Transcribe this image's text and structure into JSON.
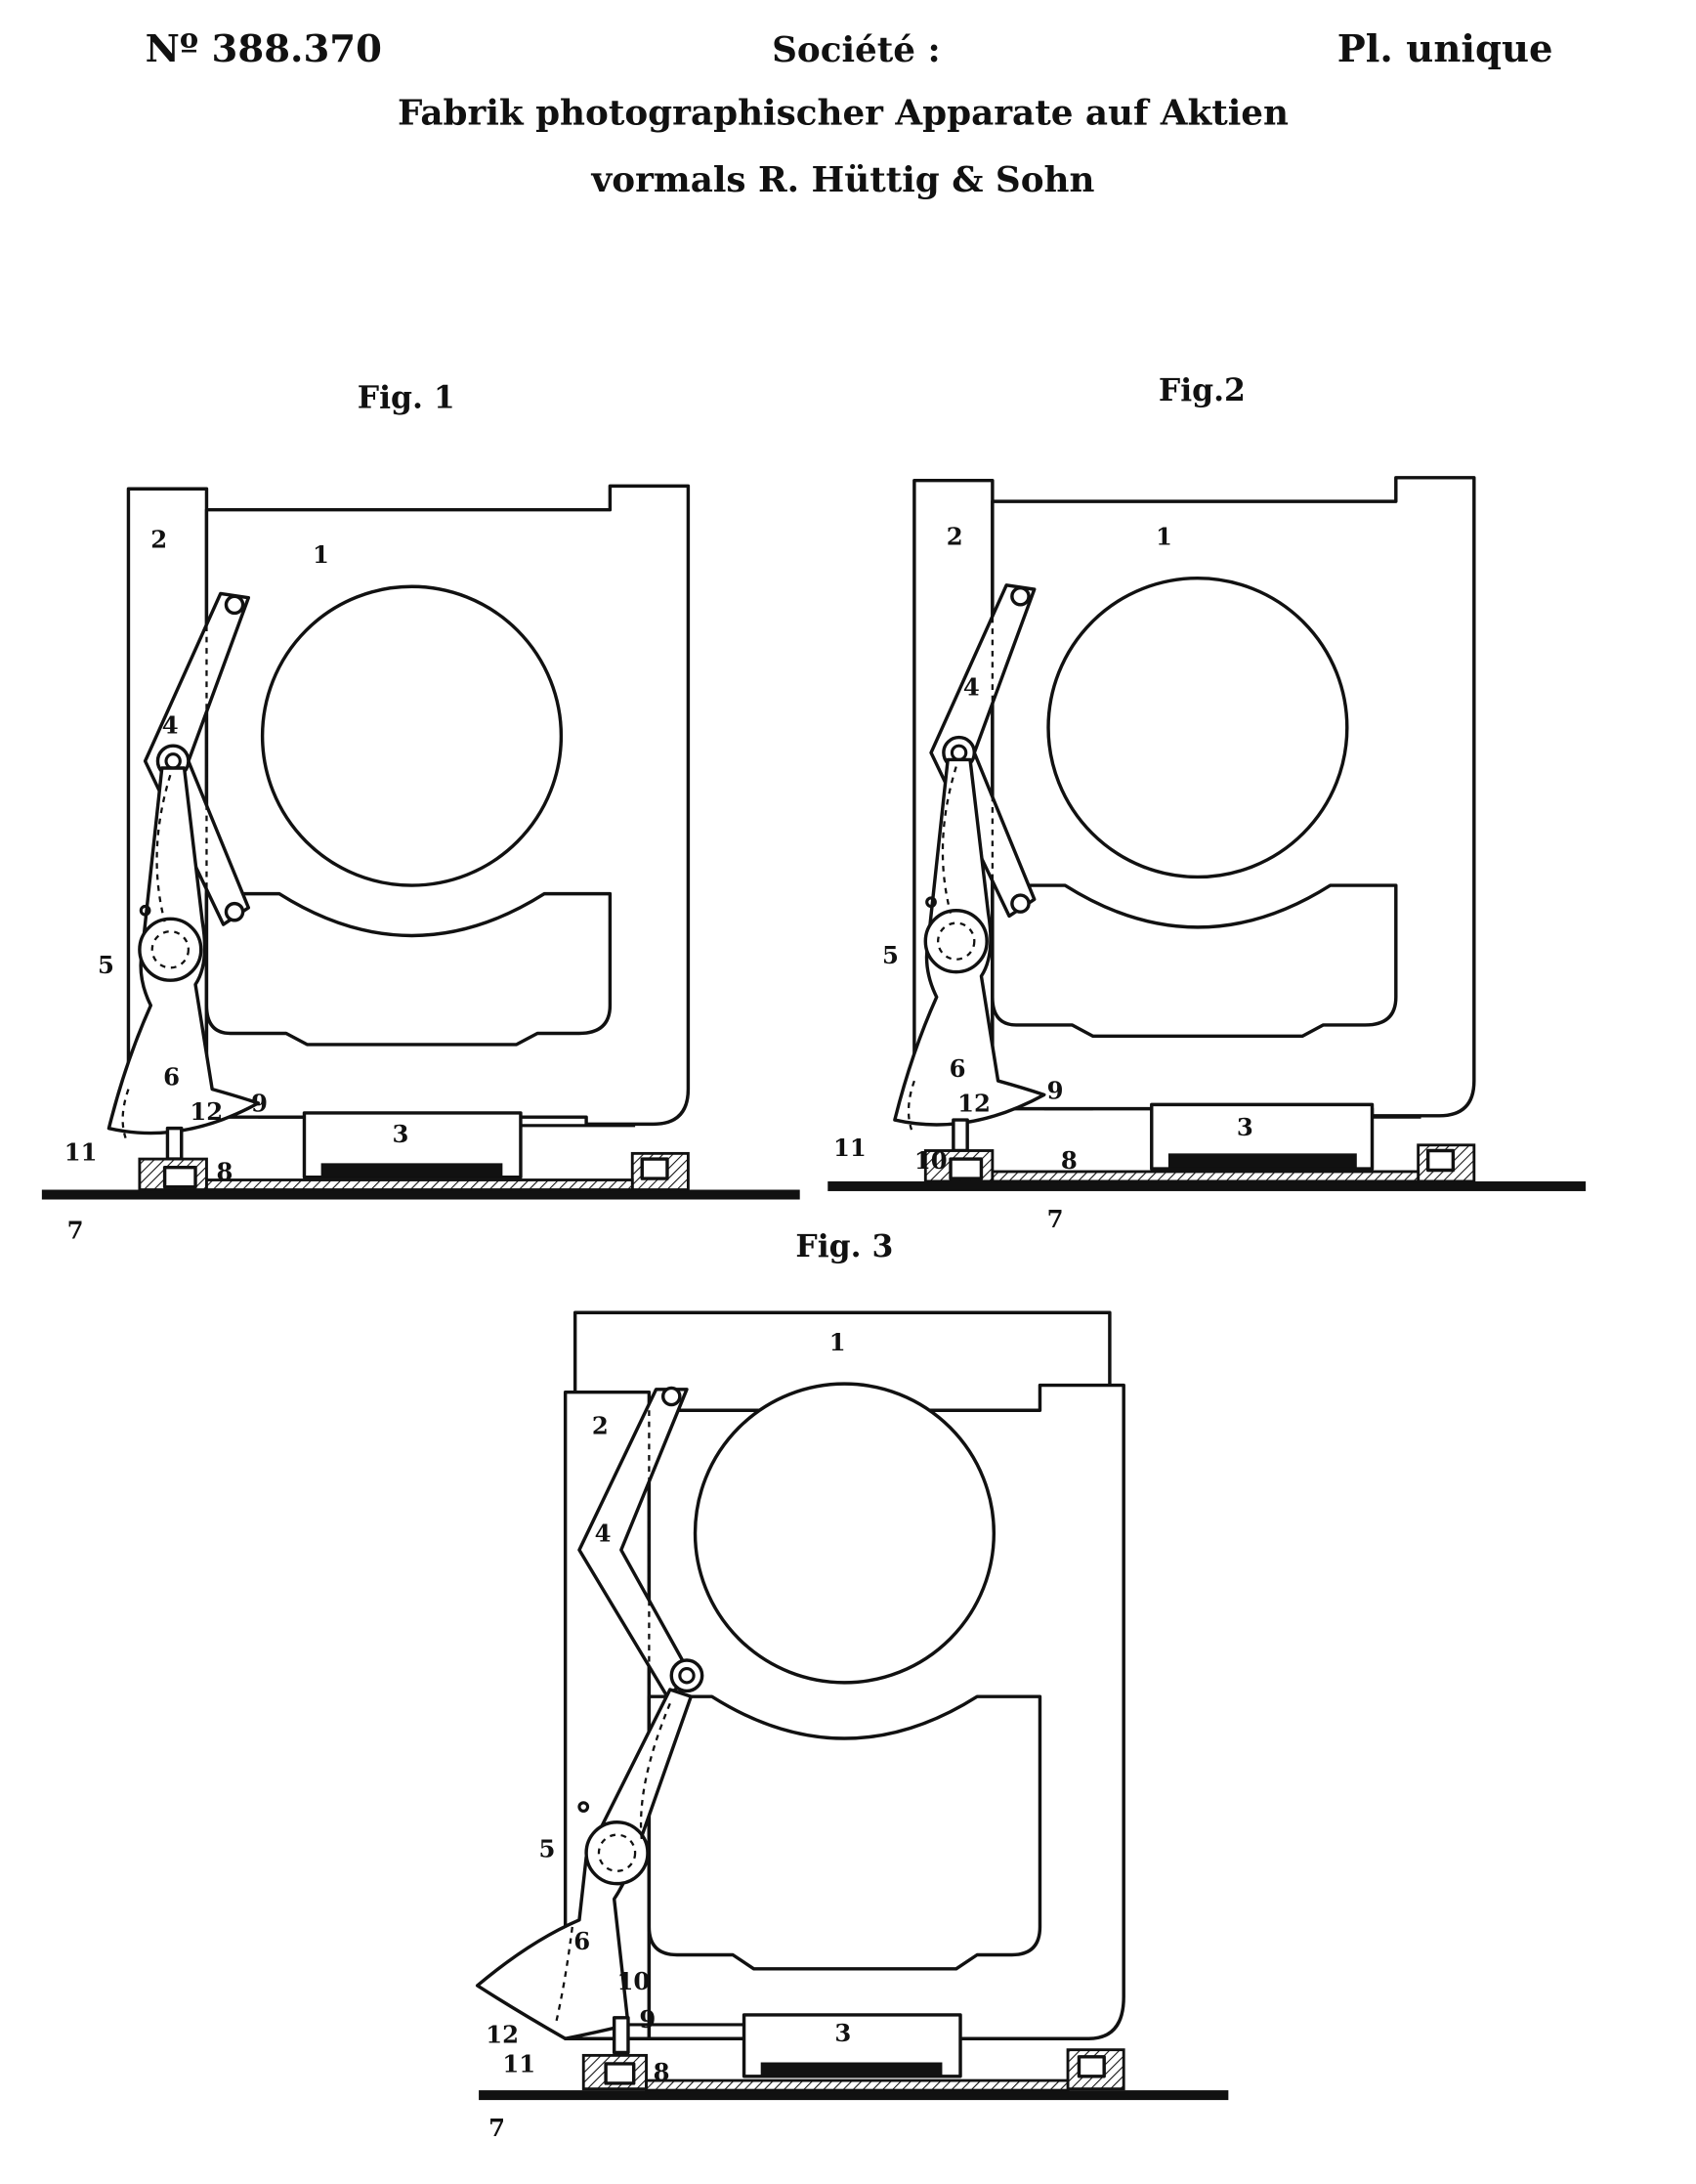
{
  "header": {
    "patent_number": "Nº 388.370",
    "company_label": "Société :",
    "plate": "Pl. unique",
    "company_line1": "Fabrik photographischer Apparate auf Aktien",
    "company_line2": "vormals R. Hüttig & Sohn"
  },
  "figures": [
    {
      "title": "Fig. 1",
      "parts": [
        "1",
        "2",
        "3",
        "4",
        "5",
        "6",
        "7",
        "8",
        "9",
        "11",
        "12"
      ]
    },
    {
      "title": "Fig.2",
      "parts": [
        "1",
        "2",
        "3",
        "4",
        "5",
        "6",
        "7",
        "8",
        "9",
        "10",
        "11",
        "12"
      ]
    },
    {
      "title": "Fig. 3",
      "parts": [
        "1",
        "2",
        "3",
        "4",
        "5",
        "6",
        "7",
        "8",
        "9",
        "10",
        "11",
        "12"
      ]
    }
  ]
}
